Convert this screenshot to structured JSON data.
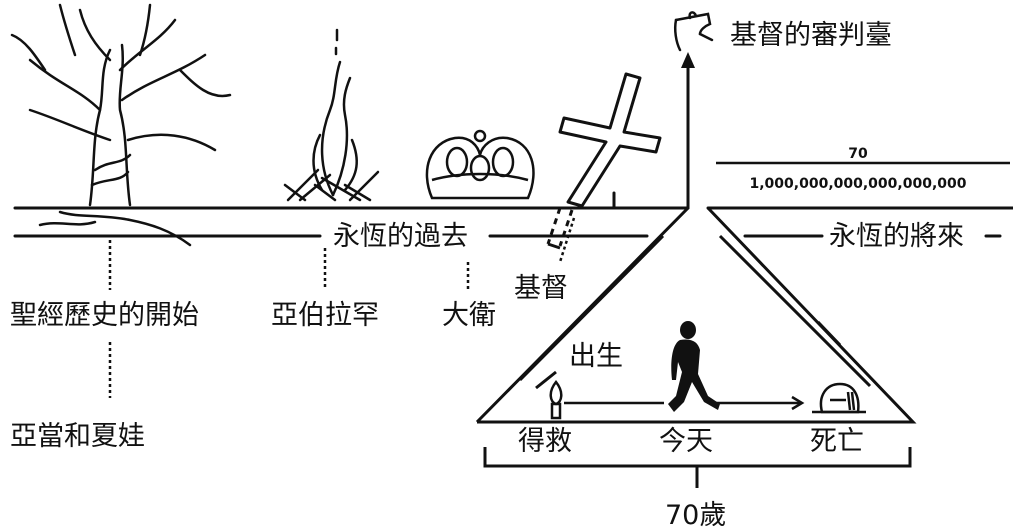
{
  "labels": {
    "judgment_seat": "基督的審判臺",
    "eternal_past": "永恆的過去",
    "eternal_future": "永恆的將來",
    "bible_history_start": "聖經歷史的開始",
    "abraham": "亞伯拉罕",
    "david": "大衛",
    "christ": "基督",
    "adam_eve": "亞當和夏娃",
    "birth": "出生",
    "saved": "得救",
    "today": "今天",
    "death": "死亡",
    "lifespan": "70歲"
  },
  "comparison": {
    "numerator": "70",
    "denominator": "1,000,000,000,000,000,000"
  },
  "icons": {
    "tree": "dead-tree-icon",
    "fire": "altar-fire-icon",
    "crown": "crown-icon",
    "cross": "cross-icon",
    "seat": "judgment-seat-icon",
    "walker": "walking-man-icon",
    "candle": "candle-icon",
    "grave": "tombstone-icon"
  },
  "colors": {
    "ink": "#111111",
    "background": "#ffffff"
  }
}
